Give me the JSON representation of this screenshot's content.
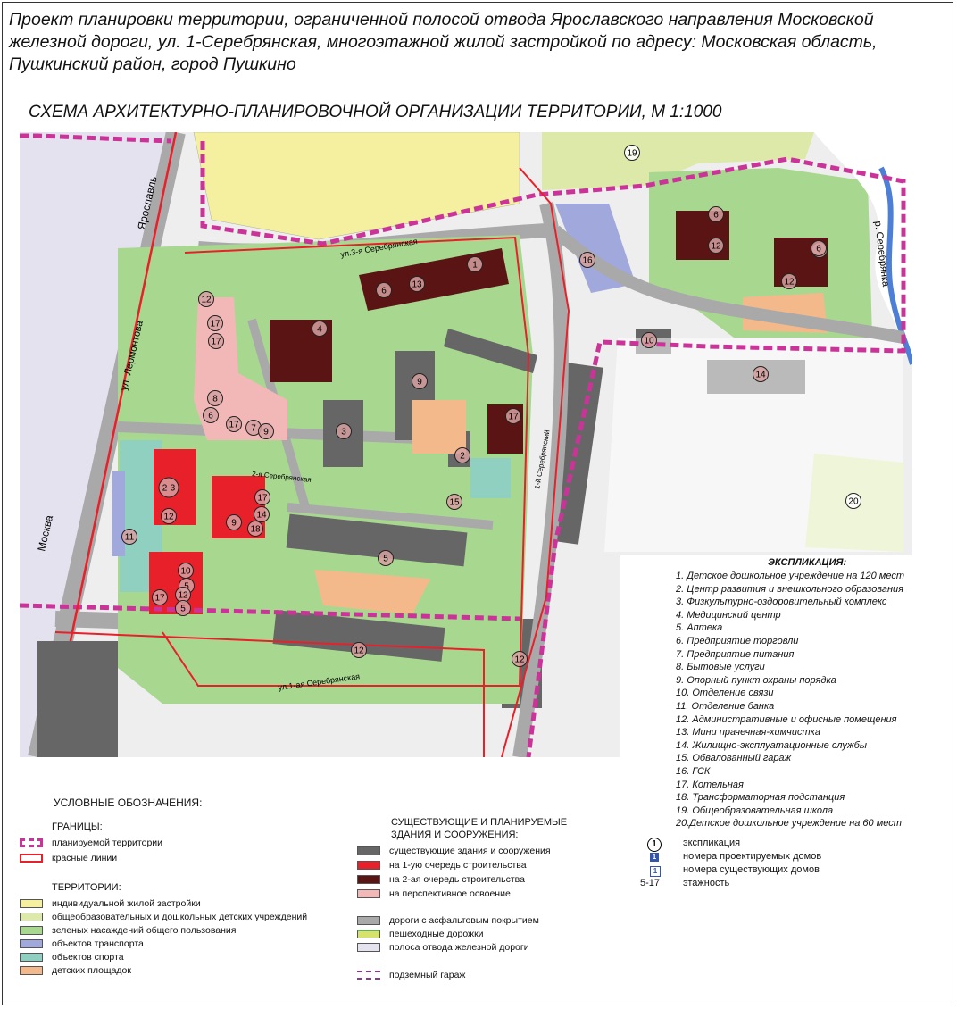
{
  "title": "Проект планировки территории, ограниченной полосой отвода Ярославского направления Московской железной дороги, ул. 1-Серебрянская, многоэтажной жилой застройкой по адресу: Московская область, Пушкинский район, город Пушкино",
  "subtitle": "СХЕМА АРХИТЕКТУРНО-ПЛАНИРОВОЧНОЙ ОРГАНИЗАЦИИ ТЕРРИТОРИИ,   М 1:1000",
  "colors": {
    "boundary": "#cc3399",
    "red_line": "#e8202a",
    "residential": "#f5f0a0",
    "schools": "#dce9a8",
    "green": "#a8d890",
    "transport": "#a0a8dc",
    "sport": "#8fd0c0",
    "playground": "#f3b98a",
    "existing": "#666666",
    "stage1": "#e8202a",
    "stage2": "#5a1414",
    "prospective": "#f2b8b8",
    "road": "#a9a9a9",
    "walkway": "#d6e26c",
    "rail": "#e4e2ee"
  },
  "map": {
    "labels": {
      "north": "Ярославль",
      "south": "Москва",
      "street_lermontova": "ул. Лермонтова",
      "street_3_serebryanskaya": "ул.3-я Серебрянская",
      "street_2_serebryanskaya": "2-я Серебрянская",
      "street_1_serebryanskaya": "ул.1-ая Серебрянская",
      "street_1_serebryansky": "1-й Серебрянский",
      "river": "р. Серебрянка"
    },
    "callouts": [
      "19",
      "16",
      "6",
      "12",
      "7",
      "6",
      "12",
      "10",
      "14",
      "20",
      "12",
      "13",
      "6",
      "1",
      "4",
      "12",
      "17",
      "17",
      "8",
      "6",
      "17",
      "7",
      "9",
      "9",
      "3",
      "17",
      "2",
      "2-3",
      "12",
      "17",
      "14",
      "9",
      "18",
      "15",
      "11",
      "10",
      "5",
      "17",
      "12",
      "5",
      "5",
      "12"
    ]
  },
  "explication": {
    "title": "ЭКСПЛИКАЦИЯ:",
    "items": [
      "1. Детское дошкольное учреждение на 120 мест",
      "2. Центр развития и внешкольного образования",
      "3. Физкультурно-оздоровительный комплекс",
      "4. Медицинский центр",
      "5. Аптека",
      "6. Предприятие торговли",
      "7. Предприятие питания",
      "8. Бытовые услуги",
      "9. Опорный пункт охраны порядка",
      "10. Отделение связи",
      "11. Отделение банка",
      "12. Административные и офисные помещения",
      "13. Мини прачечная-химчистка",
      "14. Жилищно-эксплуатационные службы",
      "15. Обвалованный гараж",
      "16.  ГСК",
      "17. Котельная",
      "18. Трансформаторная подстанция",
      "19. Общеобразовательная школа",
      "20.Детское дошкольное учреждение на 60 мест"
    ]
  },
  "symbols": {
    "expl_sym": "1",
    "expl": "экспликация",
    "proj_sym": "1",
    "proj": "номера проектируемых домов",
    "exist_sym": "1",
    "exist": "номера существующих домов",
    "floors_sym": "5-17",
    "floors": "этажность"
  },
  "legend": {
    "title": "УСЛОВНЫЕ ОБОЗНАЧЕНИЯ:",
    "boundaries_title": "ГРАНИЦЫ:",
    "planned_territory": "планируемой территории",
    "red_lines": "красные линии",
    "territories_title": "ТЕРРИТОРИИ:",
    "t_residential": "индивидуальной жилой застройки",
    "t_schools": "общеобразовательных и дошкольных детских учреждений",
    "t_green": "зеленых насаждений общего пользования",
    "t_transport": "объектов транспорта",
    "t_sport": "объектов спорта",
    "t_playground": "детских площадок",
    "buildings_title": "СУЩЕСТВУЮЩИЕ И ПЛАНИРУЕМЫЕ ЗДАНИЯ И СООРУЖЕНИЯ:",
    "b_existing": "существующие здания и сооружения",
    "b_stage1": "на 1-ую очередь строительства",
    "b_stage2": "на 2-ая очередь строительства",
    "b_prospective": "на перспективное освоение",
    "r_road": "дороги с асфальтовым  покрытием",
    "r_walk": "пешеходные дорожки",
    "r_rail": "полоса отвода железной дороги",
    "r_garage": "подземный гараж"
  }
}
